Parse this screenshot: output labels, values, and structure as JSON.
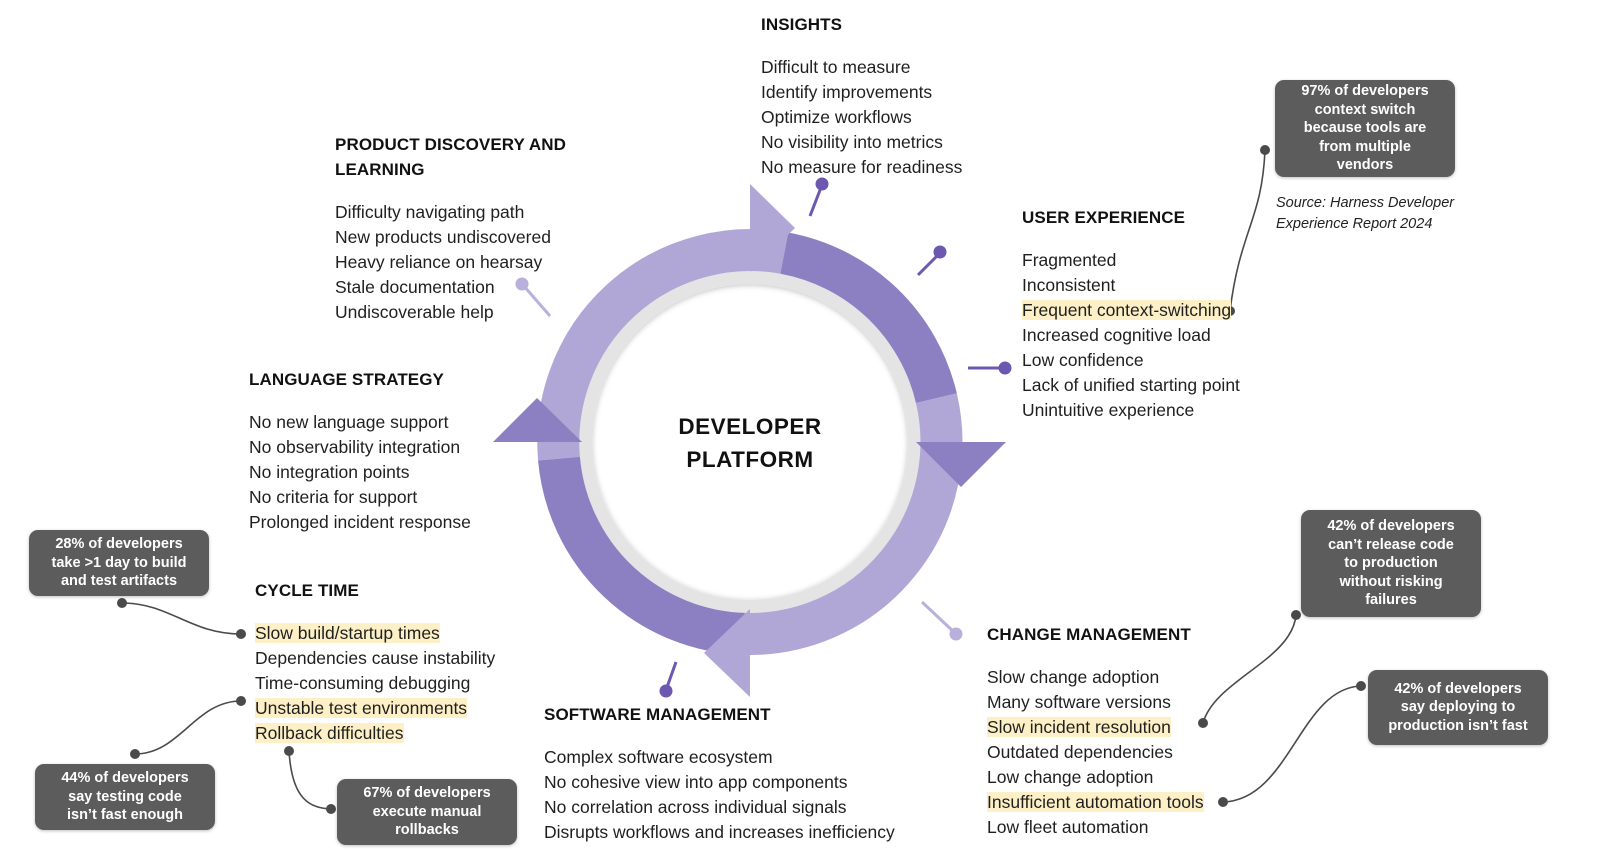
{
  "center": {
    "line1": "DEVELOPER",
    "line2": "PLATFORM"
  },
  "sections": {
    "insights": {
      "title": "INSIGHTS",
      "items": [
        "Difficult to measure",
        "Identify improvements",
        "Optimize workflows",
        "No visibility into metrics",
        "No measure for readiness"
      ]
    },
    "product_discovery": {
      "title_line1": "PRODUCT DISCOVERY AND",
      "title_line2": "LEARNING",
      "items": [
        "Difficulty navigating path",
        "New products undiscovered",
        "Heavy reliance on hearsay",
        "Stale documentation",
        "Undiscoverable help"
      ]
    },
    "user_experience": {
      "title": "USER EXPERIENCE",
      "items": [
        "Fragmented",
        "Inconsistent",
        "Frequent context-switching",
        "Increased cognitive load",
        "Low confidence",
        "Lack of unified starting point",
        "Unintuitive experience"
      ]
    },
    "language_strategy": {
      "title": "LANGUAGE STRATEGY",
      "items": [
        "No new language support",
        "No observability integration",
        "No integration points",
        "No criteria for support",
        "Prolonged incident response"
      ]
    },
    "cycle_time": {
      "title": "CYCLE TIME",
      "items": [
        "Slow build/startup times",
        "Dependencies cause instability",
        "Time-consuming debugging",
        "Unstable test environments",
        "Rollback difficulties"
      ]
    },
    "change_management": {
      "title": "CHANGE MANAGEMENT",
      "items": [
        "Slow change adoption",
        "Many software versions",
        "Slow incident resolution",
        "Outdated dependencies",
        "Low change adoption",
        "Insufficient automation tools",
        "Low fleet automation"
      ]
    },
    "software_management": {
      "title": "SOFTWARE MANAGEMENT",
      "items": [
        "Complex software ecosystem",
        "No cohesive view into app components",
        "No correlation across individual signals",
        "Disrupts workflows and increases inefficiency"
      ]
    }
  },
  "callouts": {
    "context_switch": [
      "97% of developers",
      "context switch",
      "because tools are",
      "from multiple",
      "vendors"
    ],
    "source": [
      "Source: Harness Developer",
      "Experience Report 2024"
    ],
    "build_artifacts": [
      "28% of developers",
      "take >1 day to build",
      "and test artifacts"
    ],
    "testing": [
      "44% of developers",
      "say testing code",
      "isn’t fast enough"
    ],
    "rollbacks": [
      "67% of developers",
      "execute manual",
      "rollbacks"
    ],
    "release": [
      "42% of developers",
      "can’t release code",
      "to production",
      "without risking",
      "failures"
    ],
    "deploying": [
      "42% of developers",
      "say deploying to",
      "production isn’t fast"
    ]
  },
  "colors": {
    "ring_light": "#b1a7d6",
    "ring_dark": "#8c80c3",
    "pin_dark": "#6c58b0",
    "pin_light": "#b9b0dc",
    "inner_ring": "#e4e4e4",
    "highlight": "#fdf0c6",
    "callout_bg": "#5c5c5c",
    "connector": "#4a4a4a"
  }
}
